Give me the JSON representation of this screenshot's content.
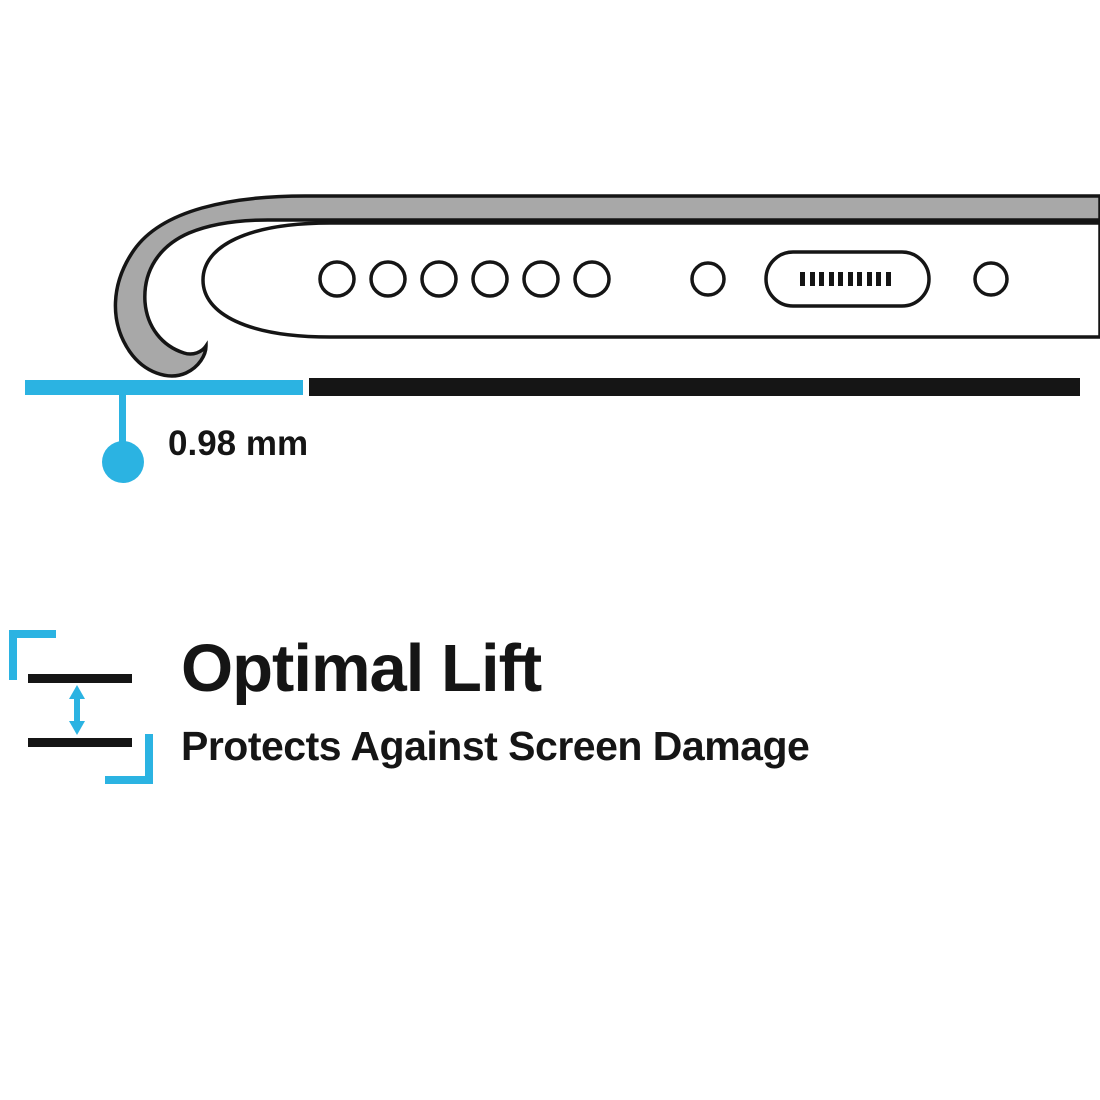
{
  "colors": {
    "accent": "#2bb3e2",
    "ink": "#151515",
    "case_gray": "#a8a8a8",
    "background": "#ffffff"
  },
  "diagram": {
    "icon": "phone-bottom-edge-cross-section",
    "description_of_pixels": "side cross-section of phone in case above a surface line",
    "measurement_label": "0.98 mm",
    "speaker_hole_count": 6
  },
  "feature": {
    "icon": "lift-gap-icon",
    "title": "Optimal Lift",
    "subtitle": "Protects Against Screen Damage"
  }
}
